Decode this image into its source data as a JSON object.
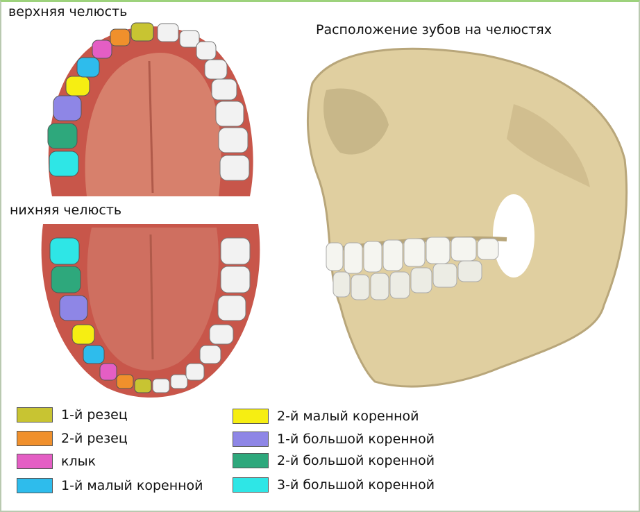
{
  "titles": {
    "upper_jaw": "верхняя челюсть",
    "lower_jaw": "нихняя челюсть",
    "main": "Расположение зубов на челюстях"
  },
  "legend": [
    {
      "label": "1-й резец",
      "color": "#c8c432"
    },
    {
      "label": "2-й резец",
      "color": "#f0902c"
    },
    {
      "label": "клык",
      "color": "#e45ec4"
    },
    {
      "label": "1-й малый коренной",
      "color": "#2ebcec"
    },
    {
      "label": "2-й малый коренной",
      "color": "#f6ee12"
    },
    {
      "label": "1-й большой коренной",
      "color": "#8e86e6"
    },
    {
      "label": "2-й большой коренной",
      "color": "#2ea87c"
    },
    {
      "label": "3-й большой коренной",
      "color": "#2ee6e6"
    }
  ],
  "colors": {
    "gum": "#c8564a",
    "palate": "#d7806c",
    "white_tooth": "#f2f2f2",
    "bone": "#e0cfa0"
  }
}
